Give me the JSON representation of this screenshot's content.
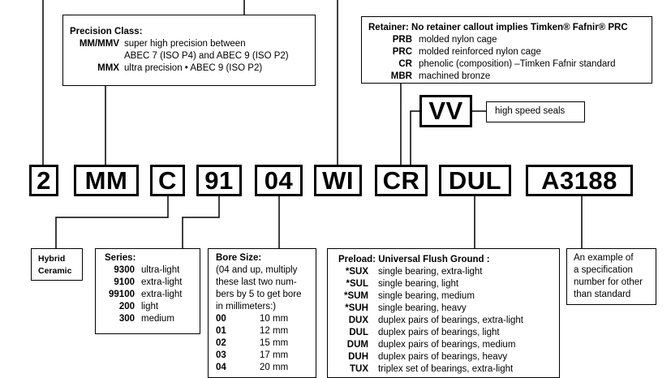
{
  "codes": [
    "2",
    "MM",
    "C",
    "91",
    "04",
    "WI",
    "CR",
    "DUL",
    "A3188"
  ],
  "seal_code": "VV",
  "seal_label": "high speed seals",
  "precision": {
    "title": "Precision Class:",
    "rows": [
      {
        "code": "MM/MMV",
        "desc": "super high precision between"
      },
      {
        "code": "",
        "desc": "ABEC 7 (ISO P4) and ABEC 9 (ISO P2)"
      },
      {
        "code": "MMX",
        "desc": "ultra precision • ABEC 9 (ISO P2)"
      }
    ]
  },
  "retainer": {
    "title": "Retainer: No retainer callout implies Timken® Fafnir® PRC",
    "rows": [
      {
        "code": "PRB",
        "desc": "molded nylon cage"
      },
      {
        "code": "PRC",
        "desc": "molded reinforced nylon cage"
      },
      {
        "code": "CR",
        "desc": "phenolic (composition) –Timken Fafnir standard"
      },
      {
        "code": "MBR",
        "desc": "machined bronze"
      }
    ]
  },
  "hybrid": {
    "line1": "Hybrid",
    "line2": "Ceramic"
  },
  "series": {
    "title": "Series:",
    "rows": [
      {
        "code": "9300",
        "desc": "ultra-light"
      },
      {
        "code": "9100",
        "desc": "extra-light"
      },
      {
        "code": "99100",
        "desc": "extra-light"
      },
      {
        "code": "200",
        "desc": "light"
      },
      {
        "code": "300",
        "desc": "medium"
      }
    ]
  },
  "bore": {
    "title": "Bore Size:",
    "lines": [
      "(04 and up, multiply",
      "these last two num-",
      "bers by 5 to get bore",
      "in millimeters:)"
    ],
    "rows": [
      {
        "code": "00",
        "desc": "10 mm"
      },
      {
        "code": "01",
        "desc": "12 mm"
      },
      {
        "code": "02",
        "desc": "15 mm"
      },
      {
        "code": "03",
        "desc": "17 mm"
      },
      {
        "code": "04",
        "desc": "20 mm"
      }
    ]
  },
  "preload": {
    "title": "Preload: Universal Flush Ground :",
    "rows": [
      {
        "code": "*SUX",
        "desc": "single bearing, extra-light"
      },
      {
        "code": "*SUL",
        "desc": "single bearing, light"
      },
      {
        "code": "*SUM",
        "desc": "single bearing, medium"
      },
      {
        "code": "*SUH",
        "desc": "single bearing, heavy"
      },
      {
        "code": "DUX",
        "desc": "duplex pairs of bearings, extra-light"
      },
      {
        "code": "DUL",
        "desc": "duplex pairs of bearings, light"
      },
      {
        "code": "DUM",
        "desc": "duplex pairs of bearings, medium"
      },
      {
        "code": "DUH",
        "desc": "duplex pairs of bearings, heavy"
      },
      {
        "code": "TUX",
        "desc": "triplex set of bearings, extra-light"
      }
    ]
  },
  "example": {
    "lines": [
      "An example of",
      "a specification",
      "number for other",
      "than standard"
    ]
  }
}
